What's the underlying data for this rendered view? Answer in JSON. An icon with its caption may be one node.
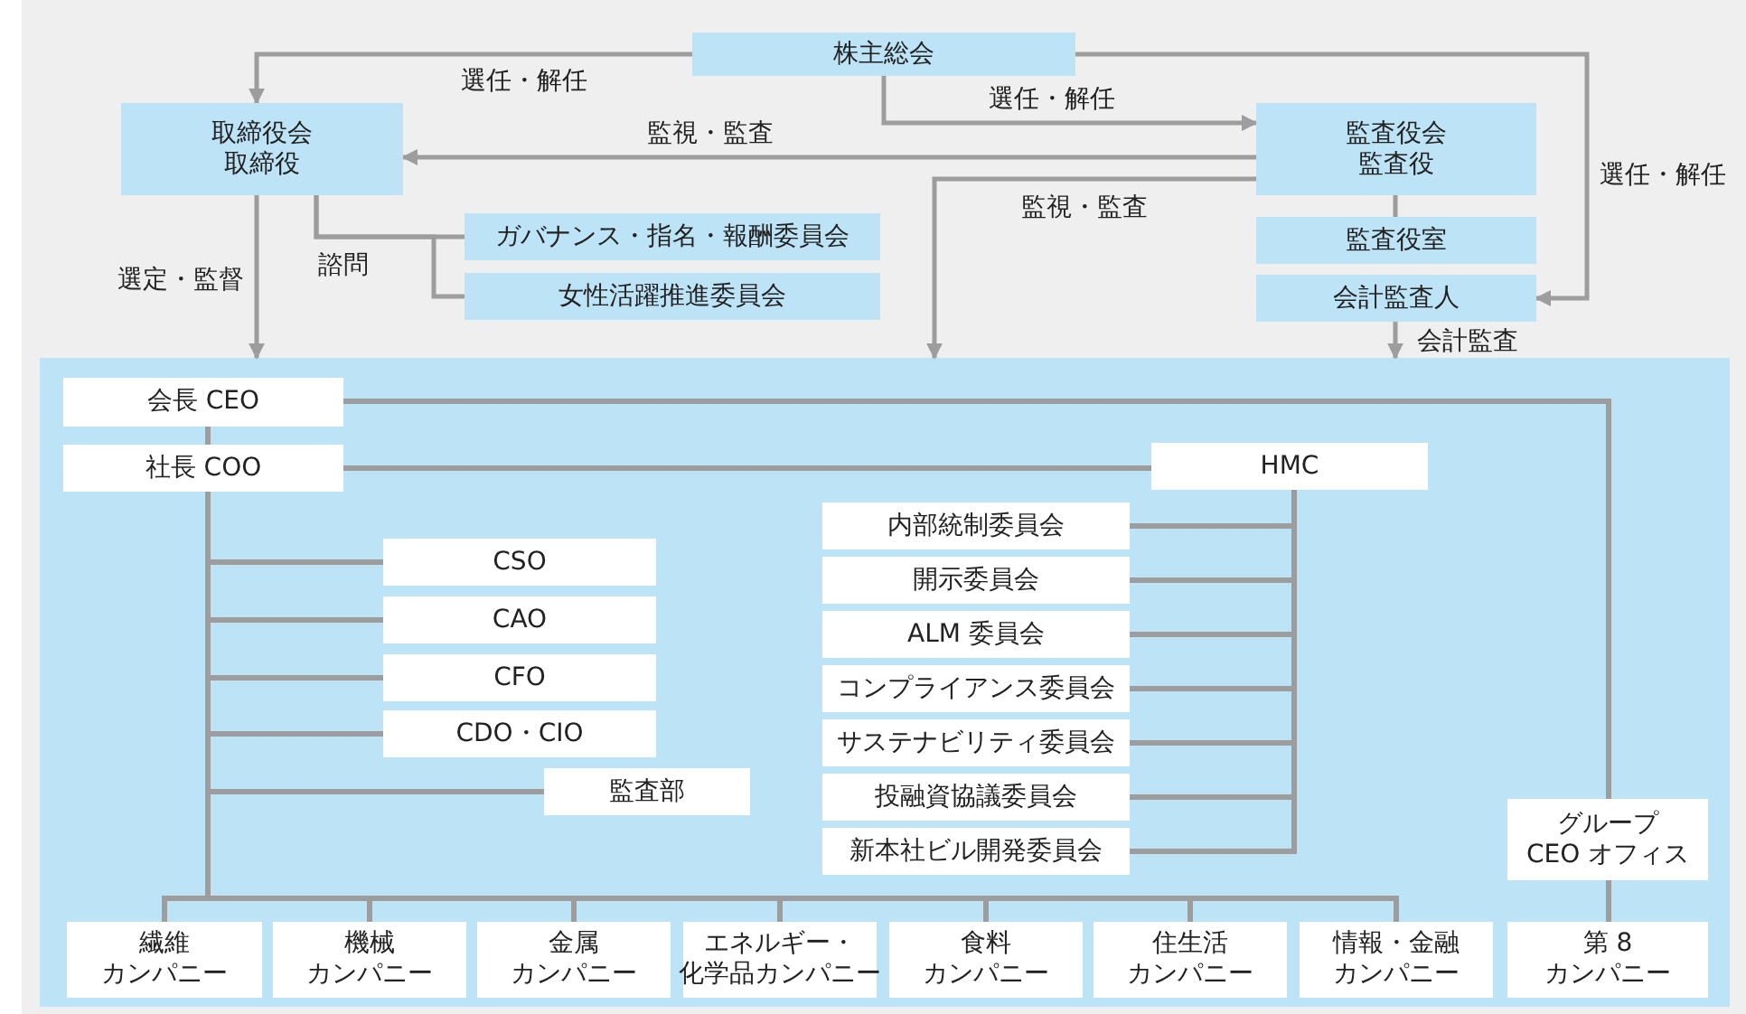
{
  "diagram": {
    "nodes": [
      {
        "text": [
          "株主総会"
        ]
      },
      {
        "text": [
          "取締役会",
          "取締役"
        ]
      },
      {
        "text": [
          "監査役会",
          "監査役"
        ]
      },
      {
        "text": [
          "ガバナンス・指名・報酬委員会"
        ]
      },
      {
        "text": [
          "女性活躍推進委員会"
        ]
      },
      {
        "text": [
          "監査役室"
        ]
      },
      {
        "text": [
          "会計監査人"
        ]
      },
      {
        "text": [],
        "shape": "box"
      },
      {
        "text": [
          "会長 CEO"
        ],
        "in": 7
      },
      {
        "text": [
          "社長 COO"
        ],
        "in": 7
      },
      {
        "text": [
          "HMC"
        ],
        "in": 7
      },
      {
        "text": [
          "CSO"
        ],
        "in": 7
      },
      {
        "text": [
          "CAO"
        ],
        "in": 7
      },
      {
        "text": [
          "CFO"
        ],
        "in": 7
      },
      {
        "text": [
          "CDO・CIO"
        ],
        "in": 7
      },
      {
        "text": [
          "監査部"
        ],
        "in": 7
      },
      {
        "text": [
          "内部統制委員会"
        ],
        "in": 7
      },
      {
        "text": [
          "開示委員会"
        ],
        "in": 7
      },
      {
        "text": [
          "ALM 委員会"
        ],
        "in": 7
      },
      {
        "text": [
          "コンプライアンス委員会"
        ],
        "in": 7
      },
      {
        "text": [
          "サステナビリティ委員会"
        ],
        "in": 7
      },
      {
        "text": [
          "投融資協議委員会"
        ],
        "in": 7
      },
      {
        "text": [
          "新本社ビル開発委員会"
        ],
        "in": 7
      },
      {
        "text": [
          "グループ",
          "CEO オフィス"
        ],
        "in": 7
      },
      {
        "text": [
          "繊維",
          "カンパニー"
        ],
        "in": 7
      },
      {
        "text": [
          "機械",
          "カンパニー"
        ],
        "in": 7
      },
      {
        "text": [
          "金属",
          "カンパニー"
        ],
        "in": 7
      },
      {
        "text": [
          "エネルギー・",
          "化学品カンパニー"
        ],
        "in": 7
      },
      {
        "text": [
          "食料",
          "カンパニー"
        ],
        "in": 7
      },
      {
        "text": [
          "住生活",
          "カンパニー"
        ],
        "in": 7
      },
      {
        "text": [
          "情報・金融",
          "カンパニー"
        ],
        "in": 7
      },
      {
        "text": [
          "第 8",
          "カンパニー"
        ],
        "in": 7
      }
    ],
    "edges": [
      {
        "from": 0,
        "to": 1,
        "arrow": "to",
        "label": "選任・解任"
      },
      {
        "from": 0,
        "to": 2,
        "arrow": "to",
        "label": "選任・解任"
      },
      {
        "from": 0,
        "to": 6,
        "arrow": "to",
        "label": "選任・解任"
      },
      {
        "from": 2,
        "to": 1,
        "arrow": "to",
        "label": "監視・監査"
      },
      {
        "from": 2,
        "to": 7,
        "arrow": "to",
        "label": "監視・監査"
      },
      {
        "from": 1,
        "to": 7,
        "arrow": "to",
        "label": "選定・監督"
      },
      {
        "from": 1,
        "to": 3,
        "arrow": "none",
        "label": "諮問"
      },
      {
        "from": 1,
        "to": 4,
        "arrow": "none"
      },
      {
        "from": 2,
        "to": 5,
        "arrow": "none"
      },
      {
        "from": 6,
        "to": 7,
        "arrow": "to",
        "label": "会計監査"
      },
      {
        "from": 8,
        "to": 9,
        "arrow": "none"
      },
      {
        "from": 8,
        "to": 23,
        "arrow": "none"
      },
      {
        "from": 9,
        "to": 10,
        "arrow": "none"
      },
      {
        "from": 9,
        "to": 11,
        "arrow": "none"
      },
      {
        "from": 9,
        "to": 12,
        "arrow": "none"
      },
      {
        "from": 9,
        "to": 13,
        "arrow": "none"
      },
      {
        "from": 9,
        "to": 14,
        "arrow": "none"
      },
      {
        "from": 9,
        "to": 15,
        "arrow": "none"
      },
      {
        "from": 10,
        "to": 16,
        "arrow": "none"
      },
      {
        "from": 10,
        "to": 17,
        "arrow": "none"
      },
      {
        "from": 10,
        "to": 18,
        "arrow": "none"
      },
      {
        "from": 10,
        "to": 19,
        "arrow": "none"
      },
      {
        "from": 10,
        "to": 20,
        "arrow": "none"
      },
      {
        "from": 10,
        "to": 21,
        "arrow": "none"
      },
      {
        "from": 10,
        "to": 22,
        "arrow": "none"
      },
      {
        "from": 9,
        "to": 24,
        "arrow": "none"
      },
      {
        "from": 9,
        "to": 25,
        "arrow": "none"
      },
      {
        "from": 9,
        "to": 26,
        "arrow": "none"
      },
      {
        "from": 9,
        "to": 27,
        "arrow": "none"
      },
      {
        "from": 9,
        "to": 28,
        "arrow": "none"
      },
      {
        "from": 9,
        "to": 29,
        "arrow": "none"
      },
      {
        "from": 9,
        "to": 30,
        "arrow": "none"
      },
      {
        "from": 23,
        "to": 31,
        "arrow": "none"
      }
    ]
  }
}
